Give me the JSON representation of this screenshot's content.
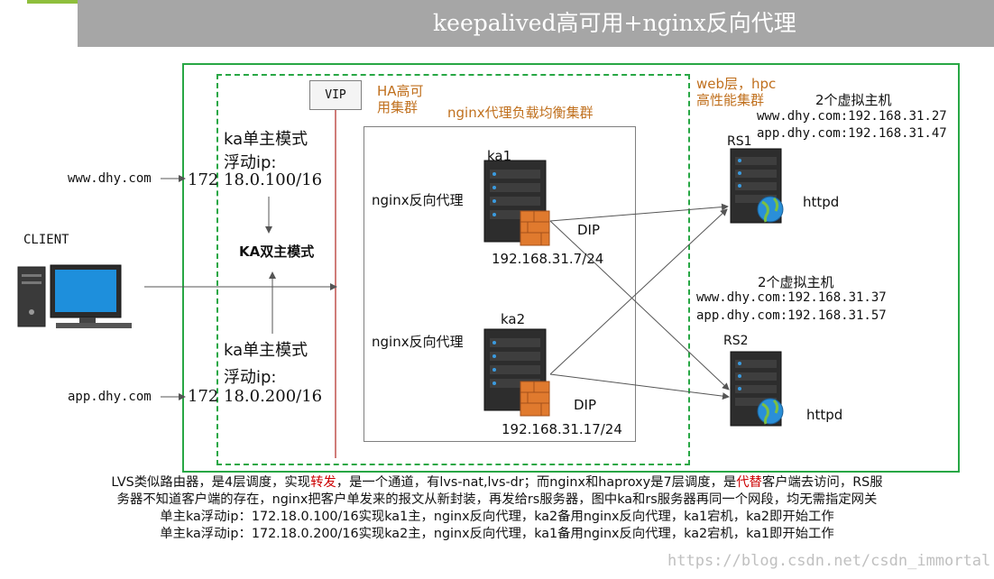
{
  "title": "keepalived高可用+nginx反向代理",
  "vip": "VIP",
  "ha_label": [
    "HA高可",
    "用集群"
  ],
  "nginx_cluster_label": "nginx代理负载均衡集群",
  "web_layer_label": [
    "web层，hpc",
    "高性能集群"
  ],
  "client": {
    "label": "CLIENT",
    "domain_www": "www.dhy.com",
    "domain_app": "app.dhy.com"
  },
  "ka_single_1": {
    "mode": "ka单主模式",
    "float_label": "浮动ip:",
    "ip_prefix": "172",
    "ip_rest": "18.0.100/16"
  },
  "ka_dual": "KA双主模式",
  "ka_single_2": {
    "mode": "ka单主模式",
    "float_label": "浮动ip:",
    "ip_prefix": "172",
    "ip_rest": "18.0.200/16"
  },
  "ka1": {
    "name": "ka1",
    "role": "nginx反向代理",
    "dip_label": "DIP",
    "ip": "192.168.31.7/24"
  },
  "ka2": {
    "name": "ka2",
    "role": "nginx反向代理",
    "dip_label": "DIP",
    "ip": "192.168.31.17/24"
  },
  "rs1": {
    "name": "RS1",
    "hosts_title": "2个虚拟主机",
    "host1": "www.dhy.com:192.168.31.27",
    "host2": "app.dhy.com:192.168.31.47",
    "service": "httpd"
  },
  "rs2": {
    "name": "RS2",
    "hosts_title": "2个虚拟主机",
    "host1": "www.dhy.com:192.168.31.37",
    "host2": "app.dhy.com:192.168.31.57",
    "service": "httpd"
  },
  "notes": {
    "line1_a": "LVS类似路由器，是4层调度，实现",
    "line1_red1": "转发",
    "line1_b": "，是一个通道，有lvs-nat,lvs-dr；而nginx和haproxy是7层调度，是",
    "line1_red2": "代替",
    "line1_c": "客户端去访问，RS服",
    "line2": "务器不知道客户端的存在，nginx把客户单发来的报文从新封装，再发给rs服务器，图中ka和rs服务器再同一个网段，均无需指定网关",
    "line3": "单主ka浮动ip：172.18.0.100/16实现ka1主，nginx反向代理，ka2备用nginx反向代理，ka1宕机，ka2即开始工作",
    "line4": "单主ka浮动ip：172.18.0.200/16实现ka2主，nginx反向代理，ka1备用nginx反向代理，ka2宕机，ka1即开始工作"
  },
  "watermark": "https://blog.csdn.net/csdn_immortal",
  "colors": {
    "green_border": "#28a745",
    "orange_text": "#c0701e",
    "red_line": "#c0504d",
    "title_bar": "#a6a6a6"
  }
}
